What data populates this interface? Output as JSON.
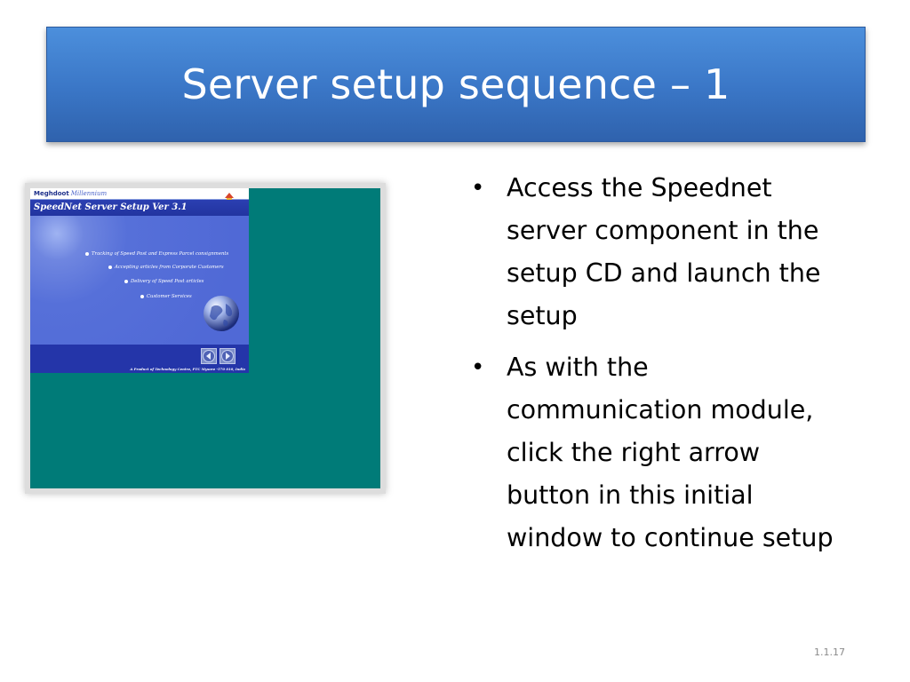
{
  "slide": {
    "title": "Server setup sequence – 1",
    "slide_number": "1.1.17"
  },
  "screenshot": {
    "brand": "Meghdoot",
    "brand_sub": "Millennium",
    "header": "SpeedNet Server Setup Ver 3.1",
    "items": [
      "Tracking of Speed Post and Express Parcel consignments",
      "Accepting articles from Corporate Customers",
      "Delivery of Speed Post articles",
      "Customer Services"
    ],
    "footer": "A Product of Technology Centre, PTC Mysore -570 010, India",
    "icons": [
      "logo-icon",
      "globe-icon",
      "left-arrow-icon",
      "right-arrow-icon"
    ],
    "colors": {
      "teal_background": "#007b78",
      "app_blue": "#5a73d8",
      "header_blue": "#2234a0"
    }
  },
  "bullets": [
    "Access the Speednet server component in the setup CD and launch the setup",
    "As with the communication module, click the right arrow button in this initial window to continue setup"
  ],
  "colors": {
    "title_bar": "#3a76c6",
    "title_text": "#ffffff"
  }
}
